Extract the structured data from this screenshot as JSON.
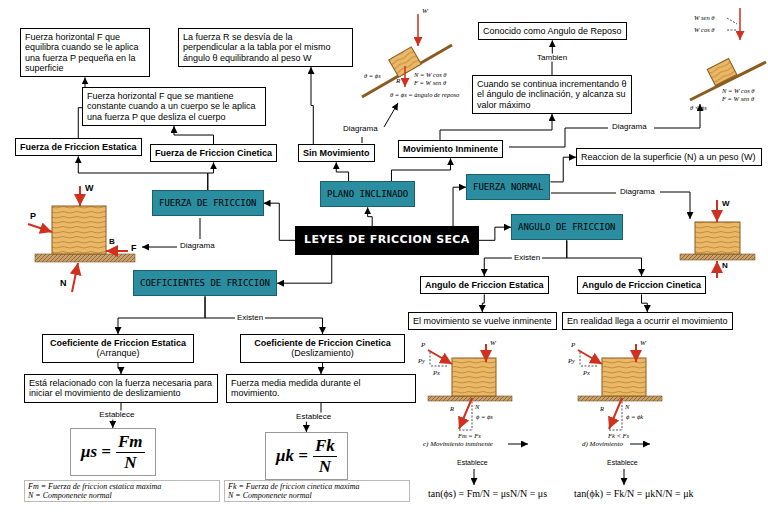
{
  "diagram": {
    "nodes": [
      {
        "text": [
          "Fuerza horizontal F que equilibra cuando se le aplica una fuerza P pequeña en la superficie"
        ]
      },
      {
        "text": [
          "La fuerza R se desvía de la perpendicular a la tabla por el mismo ángulo θ equilibrando al peso W"
        ]
      },
      {
        "text": [
          "Conocido como Angulo de Reposo"
        ]
      },
      {
        "text": [
          "Fuerza horizontal F que se mantiene constante cuando a un cuerpo se le aplica una fuerza P que desliza el cuerpo"
        ]
      },
      {
        "text": [
          "Cuando se continua incrementando θ el ángulo de inclinación, y alcanza su valor máximo"
        ]
      },
      {
        "text": [
          "Fuerza de Friccion Estatica"
        ]
      },
      {
        "text": [
          "Fuerza de Friccion Cinetica"
        ]
      },
      {
        "text": [
          "Sin Movimiento"
        ]
      },
      {
        "text": [
          "Movimiento Inminente"
        ]
      },
      {
        "text": [
          "Reaccion de la superficie (N) a un peso (W)"
        ]
      },
      {
        "text": [
          "PLANO INCLINADO"
        ]
      },
      {
        "text": [
          "FUERZA NORMAL"
        ]
      },
      {
        "text": [
          "FUERZA DE FRICCION"
        ]
      },
      {
        "text": [
          "LEYES DE FRICCION SECA"
        ]
      },
      {
        "text": [
          "ANGULO DE FRICCION"
        ]
      },
      {
        "text": [
          "COEFICIENTES DE FRICCION"
        ]
      },
      {
        "text": [
          "Angulo de Friccion Estatica"
        ]
      },
      {
        "text": [
          "Angulo de Friccion Cinetica"
        ]
      },
      {
        "text": [
          "El movimiento se vuelve inminente"
        ]
      },
      {
        "text": [
          "En realidad llega a ocurrir el movimiento"
        ]
      },
      {
        "text": [
          "Coeficiente de Friccion Estatica",
          "(Arranque)"
        ]
      },
      {
        "text": [
          "Coeficiente de Friccion Cinetica",
          "(Deslizamiento)"
        ]
      },
      {
        "text": [
          "Está relacionado con la fuerza necesaria para iniciar el movimiento de deslizamiento"
        ]
      },
      {
        "text": [
          "Fuerza media medida durante el movimiento."
        ]
      },
      {
        "text": [
          "μs =",
          "Fm",
          "N"
        ]
      },
      {
        "text": [
          "μk =",
          "Fk",
          "N"
        ]
      },
      {
        "text": [
          "Fm = Fuerza de friccion estatica maxima",
          "N = Componenete normal"
        ]
      },
      {
        "text": [
          "Fk = Fuerza de friccion cinetica maxima",
          "N = Componenete normal"
        ]
      }
    ],
    "edges": [
      {
        "from": 13,
        "to": 12,
        "arrow": "to"
      },
      {
        "from": 13,
        "to": 10,
        "arrow": "to"
      },
      {
        "from": 13,
        "to": 11,
        "arrow": "to"
      },
      {
        "from": 13,
        "to": 14,
        "arrow": "to"
      },
      {
        "from": 13,
        "to": 15,
        "arrow": "to"
      },
      {
        "from": 12,
        "to": 5,
        "arrow": "to"
      },
      {
        "from": 12,
        "to": 6,
        "arrow": "to"
      },
      {
        "from": 5,
        "to": 0,
        "arrow": "to"
      },
      {
        "from": 6,
        "to": 3,
        "arrow": "to"
      },
      {
        "from": 10,
        "to": 7,
        "arrow": "to"
      },
      {
        "from": 10,
        "to": 8,
        "arrow": "to"
      },
      {
        "from": 7,
        "to": 1,
        "arrow": "to"
      },
      {
        "from": 8,
        "to": 4,
        "arrow": "to"
      },
      {
        "from": 4,
        "to": 2,
        "label": "Tambien",
        "arrow": "to"
      },
      {
        "from": 11,
        "to": 9,
        "arrow": "to"
      },
      {
        "from": 14,
        "to": 16,
        "arrow": "to"
      },
      {
        "from": 14,
        "to": 17,
        "arrow": "to"
      },
      {
        "from": 16,
        "to": 18,
        "arrow": "to"
      },
      {
        "from": 17,
        "to": 19,
        "arrow": "to"
      },
      {
        "from": 15,
        "to": 20,
        "arrow": "to"
      },
      {
        "from": 15,
        "to": 21,
        "arrow": "to"
      },
      {
        "from": 20,
        "to": 22,
        "arrow": "to"
      },
      {
        "from": 21,
        "to": 23,
        "arrow": "to"
      },
      {
        "from": 22,
        "to": 24,
        "label": "Establece",
        "arrow": "to"
      },
      {
        "from": 23,
        "to": 25,
        "label": "Establece",
        "arrow": "to"
      }
    ],
    "labels": [
      "Diagrama",
      "Diagrama",
      "Diagrama",
      "Diagrama",
      "Existen",
      "Existen",
      "Establece",
      "Establece",
      "tan(ϕs) = Fm/N = μsN/N = μs",
      "tan(ϕk) = Fk/N = μkN/N = μk",
      "c) Movimiento inminente",
      "d) Movimiento",
      "W",
      "P",
      "F",
      "N",
      "B",
      "W",
      "R",
      "N = W cos θ",
      "F = W sen θ",
      "θ = ϕs",
      "θ = ϕs = ángulo de reposo",
      "W sen θ",
      "W cos θ",
      "N = W cos θ",
      "F = W sen θ",
      "θ < ϕs",
      "W",
      "N",
      "P",
      "Py",
      "Px",
      "W",
      "N",
      "ϕ = ϕs",
      "R",
      "Fm = Fs",
      "P",
      "Py",
      "Px",
      "W",
      "N",
      "ϕ = ϕk",
      "R",
      "Fk < Fs"
    ]
  }
}
